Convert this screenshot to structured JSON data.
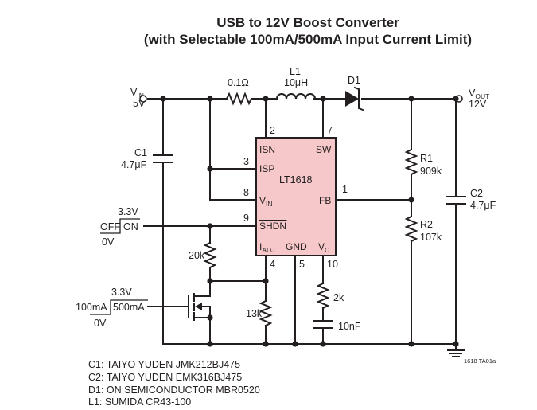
{
  "title_line1": "USB to 12V Boost Converter",
  "title_line2": "(with Selectable 100mA/500mA Input Current Limit)",
  "input": {
    "name": "V",
    "sub": "IN",
    "value": "5V"
  },
  "output": {
    "name": "V",
    "sub": "OUT",
    "value": "12V"
  },
  "ic": {
    "part": "LT1618",
    "pins": {
      "isn": "ISN",
      "isp": "ISP",
      "vin": "V",
      "vin_sub": "IN",
      "shdn": "SHDN",
      "fb": "FB",
      "sw": "SW",
      "iadj": "I",
      "iadj_sub": "ADJ",
      "gnd": "GND",
      "vc": "V",
      "vc_sub": "C"
    },
    "pin_numbers": {
      "isn": "2",
      "sw": "7",
      "isp": "3",
      "vin": "8",
      "fb": "1",
      "shdn": "9",
      "iadj": "4",
      "gnd": "5",
      "vc": "10"
    }
  },
  "components": {
    "rsense": "0.1Ω",
    "l1": {
      "name": "L1",
      "value": "10μH"
    },
    "d1": {
      "name": "D1"
    },
    "c1": {
      "name": "C1",
      "value": "4.7μF"
    },
    "c2": {
      "name": "C2",
      "value": "4.7μF"
    },
    "r1": {
      "name": "R1",
      "value": "909k"
    },
    "r2": {
      "name": "R2",
      "value": "107k"
    },
    "r_20k": "20k",
    "r_13k": "13k",
    "r_2k": "2k",
    "c_10nf": "10nF"
  },
  "shutdown_control": {
    "high": "3.3V",
    "off": "OFF",
    "on": "ON",
    "low": "0V"
  },
  "limit_control": {
    "high": "3.3V",
    "sel_100": "100mA",
    "sel_500": "500mA",
    "low": "0V"
  },
  "figure_id": "1618 TA01a",
  "notes": [
    "C1: TAIYO YUDEN JMK212BJ475",
    "C2: TAIYO YUDEN EMK316BJ475",
    "D1: ON SEMICONDUCTOR MBR0520",
    "L1: SUMIDA CR43-100"
  ]
}
